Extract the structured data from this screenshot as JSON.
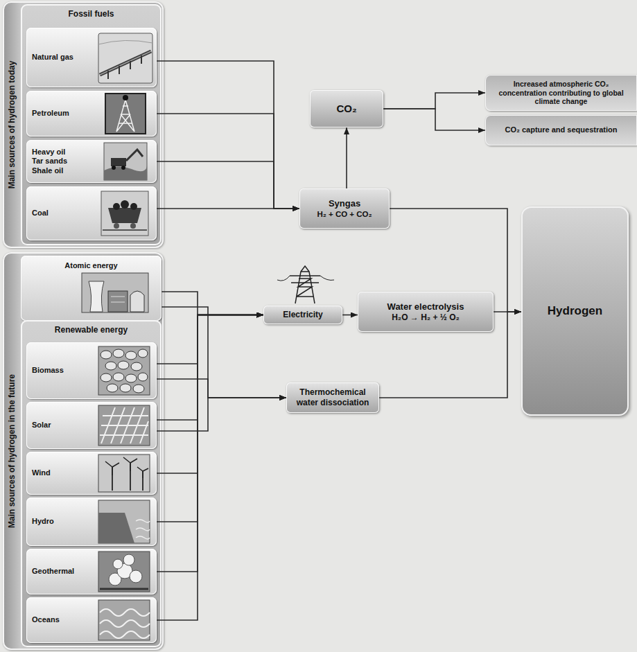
{
  "diagram": {
    "nodes": [
      {
        "text": [
          "Main sources of hydrogen today"
        ]
      },
      {
        "text": [
          "Fossil fuels"
        ],
        "in": 0
      },
      {
        "text": [
          "Natural gas"
        ],
        "in": 1
      },
      {
        "text": [
          "Petroleum"
        ],
        "in": 1
      },
      {
        "text": [
          "Heavy oil Tar sands Shale oil"
        ],
        "in": 1
      },
      {
        "text": [
          "Coal"
        ],
        "in": 1
      },
      {
        "text": [
          "Main sources of hydrogen in the future"
        ]
      },
      {
        "text": [
          "Atomic energy"
        ],
        "in": 6
      },
      {
        "text": [
          "Renewable energy"
        ],
        "in": 6
      },
      {
        "text": [
          "Biomass"
        ],
        "in": 8
      },
      {
        "text": [
          "Solar"
        ],
        "in": 8
      },
      {
        "text": [
          "Wind"
        ],
        "in": 8
      },
      {
        "text": [
          "Hydro"
        ],
        "in": 8
      },
      {
        "text": [
          "Geothermal"
        ],
        "in": 8
      },
      {
        "text": [
          "Oceans"
        ],
        "in": 8
      },
      {
        "text": [
          "CO₂"
        ]
      },
      {
        "text": [
          "Syngas",
          "H₂ + CO + CO₂"
        ]
      },
      {
        "text": [
          "Electricity"
        ]
      },
      {
        "text": [
          "Water electrolysis",
          "H₂O → H₂ + ½ O₂"
        ]
      },
      {
        "text": [
          "Thermochemical water dissociation"
        ]
      },
      {
        "text": [
          "Increased atmospheric CO₂ concentration contributing to global climate change"
        ]
      },
      {
        "text": [
          "CO₂ capture and sequestration"
        ]
      },
      {
        "text": [
          "Hydrogen"
        ]
      }
    ],
    "edges": [
      {
        "from": 2,
        "to": 16,
        "arrow": "to"
      },
      {
        "from": 3,
        "to": 16,
        "arrow": "to"
      },
      {
        "from": 4,
        "to": 16,
        "arrow": "to"
      },
      {
        "from": 5,
        "to": 16,
        "arrow": "to"
      },
      {
        "from": 16,
        "to": 15,
        "arrow": "to"
      },
      {
        "from": 15,
        "to": 20,
        "arrow": "to"
      },
      {
        "from": 15,
        "to": 21,
        "arrow": "to"
      },
      {
        "from": 16,
        "to": 22,
        "arrow": "to"
      },
      {
        "from": 18,
        "to": 22,
        "arrow": "to"
      },
      {
        "from": 19,
        "to": 22,
        "arrow": "to"
      },
      {
        "from": 17,
        "to": 18,
        "arrow": "to"
      },
      {
        "from": 7,
        "to": 17,
        "arrow": "to"
      },
      {
        "from": 7,
        "to": 19,
        "arrow": "to"
      },
      {
        "from": 9,
        "to": 17,
        "arrow": "to"
      },
      {
        "from": 9,
        "to": 19,
        "arrow": "to"
      },
      {
        "from": 10,
        "to": 17,
        "arrow": "to"
      },
      {
        "from": 10,
        "to": 19,
        "arrow": "to"
      },
      {
        "from": 11,
        "to": 17,
        "arrow": "to"
      },
      {
        "from": 12,
        "to": 17,
        "arrow": "to"
      },
      {
        "from": 13,
        "to": 17,
        "arrow": "to"
      },
      {
        "from": 14,
        "to": 17,
        "arrow": "to"
      }
    ]
  }
}
